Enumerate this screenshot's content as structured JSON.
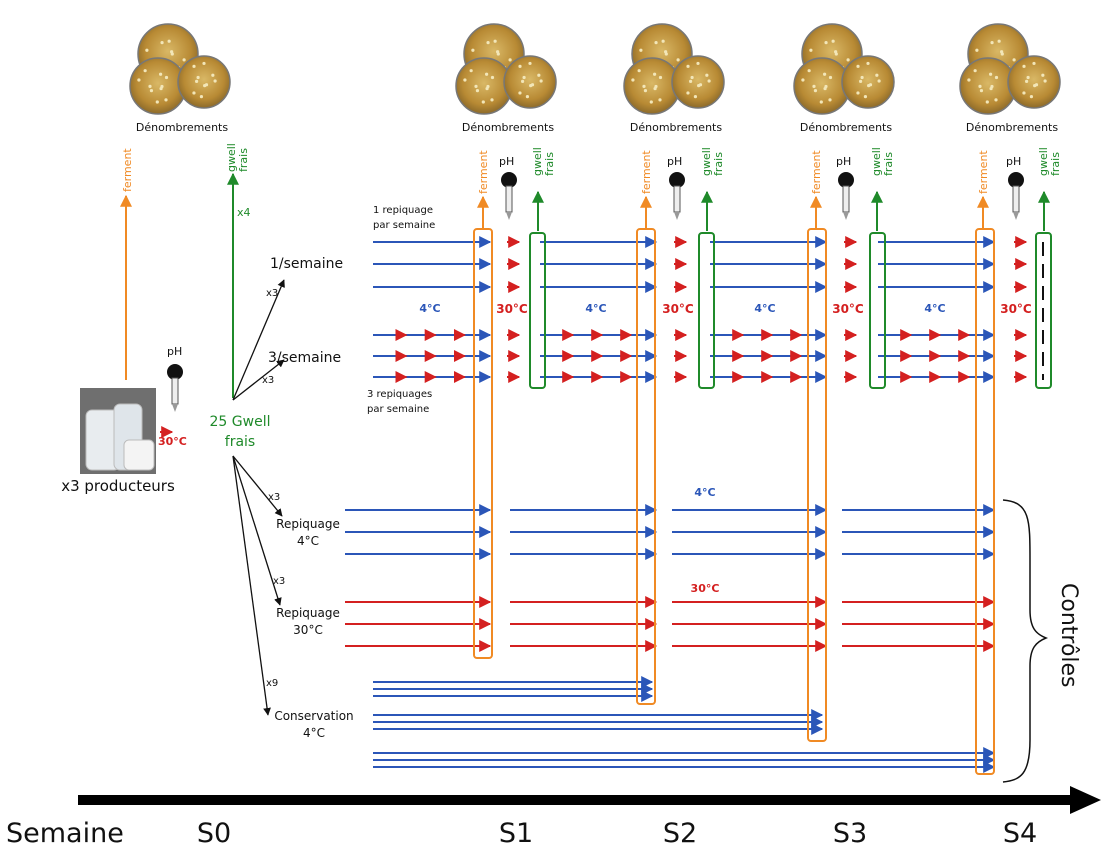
{
  "labels": {
    "counts": "Dénombrements",
    "ferment": "ferment",
    "gwell_frais": [
      "gwell",
      "frais"
    ],
    "ph": "pH",
    "temp_30": "30°C",
    "temp_4": "4°C",
    "x4": "x4",
    "x3": "x3",
    "x9": "x9",
    "gwell_25": [
      "25 Gwell",
      "frais"
    ],
    "producers": "x3 producteurs",
    "per_week_1": "1/semaine",
    "per_week_3": "3/semaine",
    "repiq_1": [
      "1 repiquage",
      "par semaine"
    ],
    "repiq_3": [
      "3 repiquages",
      "par semaine"
    ],
    "repiq_4c": [
      "Repiquage",
      "4°C"
    ],
    "repiq_30c": [
      "Repiquage",
      "30°C"
    ],
    "conservation": [
      "Conservation",
      "4°C"
    ],
    "controles": "Contrôles"
  },
  "timeline": {
    "title": "Semaine",
    "weeks": [
      "S0",
      "S1",
      "S2",
      "S3",
      "S4"
    ]
  },
  "colors": {
    "orange": "#f08a24",
    "green": "#1f8a2a",
    "blue": "#2b56b8",
    "red": "#d42020",
    "black": "#111111",
    "plate_agar": "#c8a24a"
  },
  "icons": [
    "petri-dish-icon",
    "ph-meter-icon",
    "milk-bottles-photo"
  ]
}
